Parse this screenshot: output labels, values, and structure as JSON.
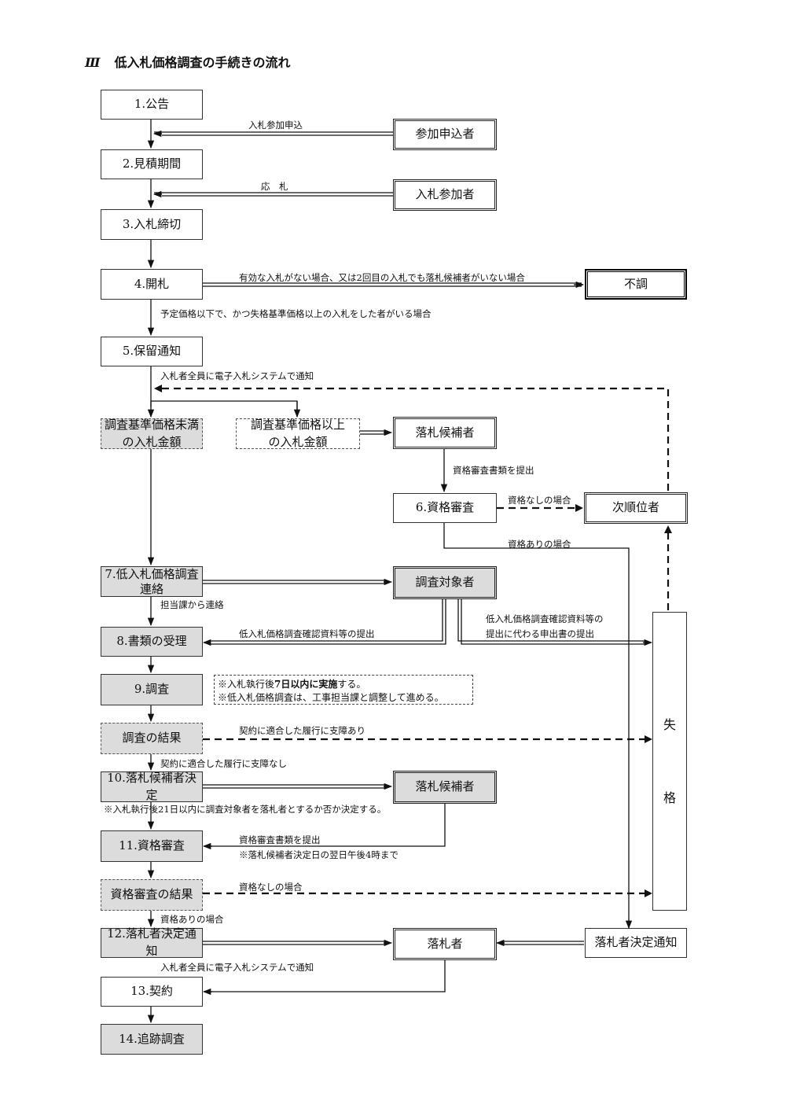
{
  "title": {
    "roman": "Ⅲ",
    "text": "低入札価格調査の手続きの流れ"
  },
  "steps": {
    "s1": "1.公告",
    "s2": "2.見積期間",
    "s3": "3.入札締切",
    "s4": "4.開札",
    "s5": "5.保留通知",
    "s6": "6.資格審査",
    "s7a": "7.低入札価格調査",
    "s7b": "連絡",
    "s8": "8.書類の受理",
    "s9": "9.調査",
    "s9r": "調査の結果",
    "s10": "10.落札候補者決定",
    "s11": "11.資格審査",
    "s11r": "資格審査の結果",
    "s12": "12.落札者決定通知",
    "s13": "13.契約",
    "s14": "14.追跡調査"
  },
  "actors": {
    "applicant": "参加申込者",
    "bidder": "入札参加者",
    "no_award": "不調",
    "candidate": "落札候補者",
    "next": "次順位者",
    "subject": "調査対象者",
    "candidate2": "落札候補者",
    "winner": "落札者",
    "winner_notice": "落札者決定通知",
    "disq1": "失",
    "disq2": "格"
  },
  "amounts": {
    "below_1": "調査基準価格未満",
    "below_2": "の入札金額",
    "above_1": "調査基準価格以上",
    "above_2": "の入札金額"
  },
  "labels": {
    "apply": "入札参加申込",
    "bid": "応　札",
    "no_valid": "有効な入札がない場合、又は2回目の入札でも落札候補者がいない場合",
    "within_price": "予定価格以下で、かつ失格基準価格以上の入札をした者がいる場合",
    "notify_all": "入札者全員に電子入札システムで通知",
    "submit_docs": "資格審査書類を提出",
    "not_qualified": "資格なしの場合",
    "qualified": "資格ありの場合",
    "contact_from": "担当課から連絡",
    "submit_confirm": "低入札価格調査確認資料等の提出",
    "in_lieu_1": "低入札価格調査確認資料等の",
    "in_lieu_2": "提出に代わる申出書の提出",
    "problem": "契約に適合した履行に支障あり",
    "no_problem": "契約に適合した履行に支障なし",
    "note_21": "※入札執行後21日以内に調査対象者を落札者とするか否か決定する。",
    "submit_docs2": "資格審査書類を提出",
    "deadline": "※落札候補者決定日の翌日午後4時まで",
    "not_qualified2": "資格なしの場合",
    "qualified2": "資格ありの場合",
    "notify_all2": "入札者全員に電子入札システムで通知"
  },
  "notes": {
    "n1_pre": "※入札執行後",
    "n1_bold": "7日以内に実施",
    "n1_post": "する。",
    "n2": "※低入札価格調査は、工事担当課と調整して進める。"
  }
}
